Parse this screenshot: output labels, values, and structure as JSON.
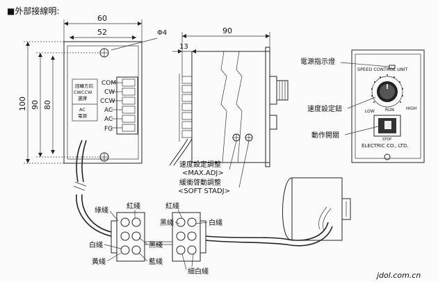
{
  "title": "■外部接線明:",
  "dimensions": {
    "d60": "60",
    "d52": "52",
    "phi4": "Φ4",
    "d90_top": "90",
    "d13": "13",
    "d100": "100",
    "d90_left": "90",
    "d80": "80"
  },
  "controller": {
    "rotation_label": "回轉方向",
    "cwccw_label": "CWCCW",
    "select_label": "選擇",
    "ac_label": "AC",
    "power_label": "電源",
    "terminals": [
      "COM",
      "CW",
      "CCW",
      "AC",
      "AC",
      "FG"
    ]
  },
  "side_view": {
    "speed_adj": "速度設定調整",
    "max_adj": "<MAX.ADJ>",
    "soft_adj": "緩衝啓動調整",
    "soft_stadj": "<SOFT STADJ>"
  },
  "front_panel": {
    "indicator_label": "電源指示燈",
    "brand_top": "SPEED CONTROL UNIT",
    "speed_knob_label": "速度設定鈕",
    "low": "LOW",
    "run": "RUN",
    "high": "HIGH",
    "switch_label": "動作開關",
    "stop": "STOP",
    "brand_bottom": "ELECTRIC CO., LTD."
  },
  "wires": {
    "green": "綠綫",
    "red_left": "紅綫",
    "white_left": "白綫",
    "black_left": "黑綫",
    "yellow": "黃綫",
    "blue": "藍綫",
    "red_right": "紅綫",
    "black_right": "黑綫",
    "white_right": "白綫",
    "thin_white": "細白綫"
  },
  "watermark": "jdol.com.cn"
}
